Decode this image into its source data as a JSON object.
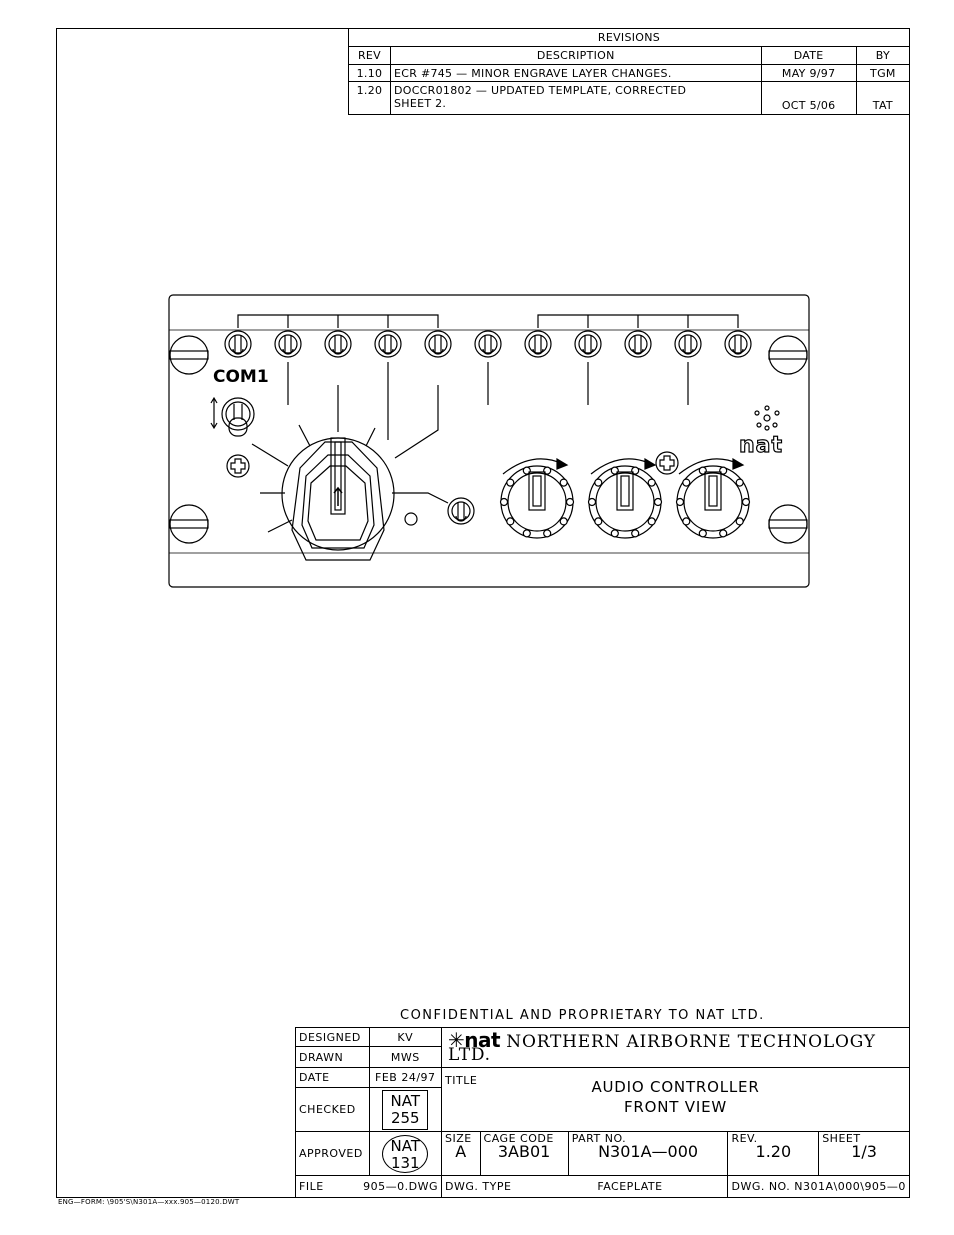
{
  "revisions": {
    "heading": "REVISIONS",
    "columns": [
      "REV",
      "DESCRIPTION",
      "DATE",
      "BY"
    ],
    "rows": [
      {
        "rev": "1.10",
        "desc1": "ECR #745 — MINOR ENGRAVE LAYER CHANGES.",
        "desc2": "",
        "date": "MAY 9/97",
        "by": "TGM"
      },
      {
        "rev": "1.20",
        "desc1": "DOCCR01802 — UPDATED TEMPLATE, CORRECTED",
        "desc2": "SHEET 2.",
        "date": "OCT 5/06",
        "by": "TAT"
      }
    ]
  },
  "drawing": {
    "com_label": "COM1",
    "logo_text": "nat",
    "toggle_count": 11,
    "knob_count": 3
  },
  "confidential": "CONFIDENTIAL AND PROPRIETARY TO NAT LTD.",
  "title_block": {
    "designed_label": "DESIGNED",
    "designed_value": "KV",
    "drawn_label": "DRAWN",
    "drawn_value": "MWS",
    "date_label": "DATE",
    "date_value": "FEB 24/97",
    "checked_label": "CHECKED",
    "checked_stamp_1": "NAT",
    "checked_stamp_2": "255",
    "approved_label": "APPROVED",
    "approved_stamp_1": "NAT",
    "approved_stamp_2": "131",
    "company_logo": "nat",
    "company_name": "NORTHERN AIRBORNE TECHNOLOGY LTD.",
    "title_label": "TITLE",
    "title_line1": "AUDIO CONTROLLER",
    "title_line2": "FRONT VIEW",
    "size_label": "SIZE",
    "size_value": "A",
    "cage_label": "CAGE CODE",
    "cage_value": "3AB01",
    "part_label": "PART NO.",
    "part_value": "N301A—000",
    "rev_label": "REV.",
    "rev_value": "1.20",
    "sheet_label": "SHEET",
    "sheet_value": "1/3",
    "file_label": "FILE",
    "file_value": "905—0.DWG",
    "dwgtype_label": "DWG. TYPE",
    "dwgtype_value": "FACEPLATE",
    "dwgno_label": "DWG. NO.",
    "dwgno_value": "N301A\\000\\905—0"
  },
  "footer_note": "ENG—FORM:   \\905'S\\N301A—xxx.905—0120.DWT"
}
